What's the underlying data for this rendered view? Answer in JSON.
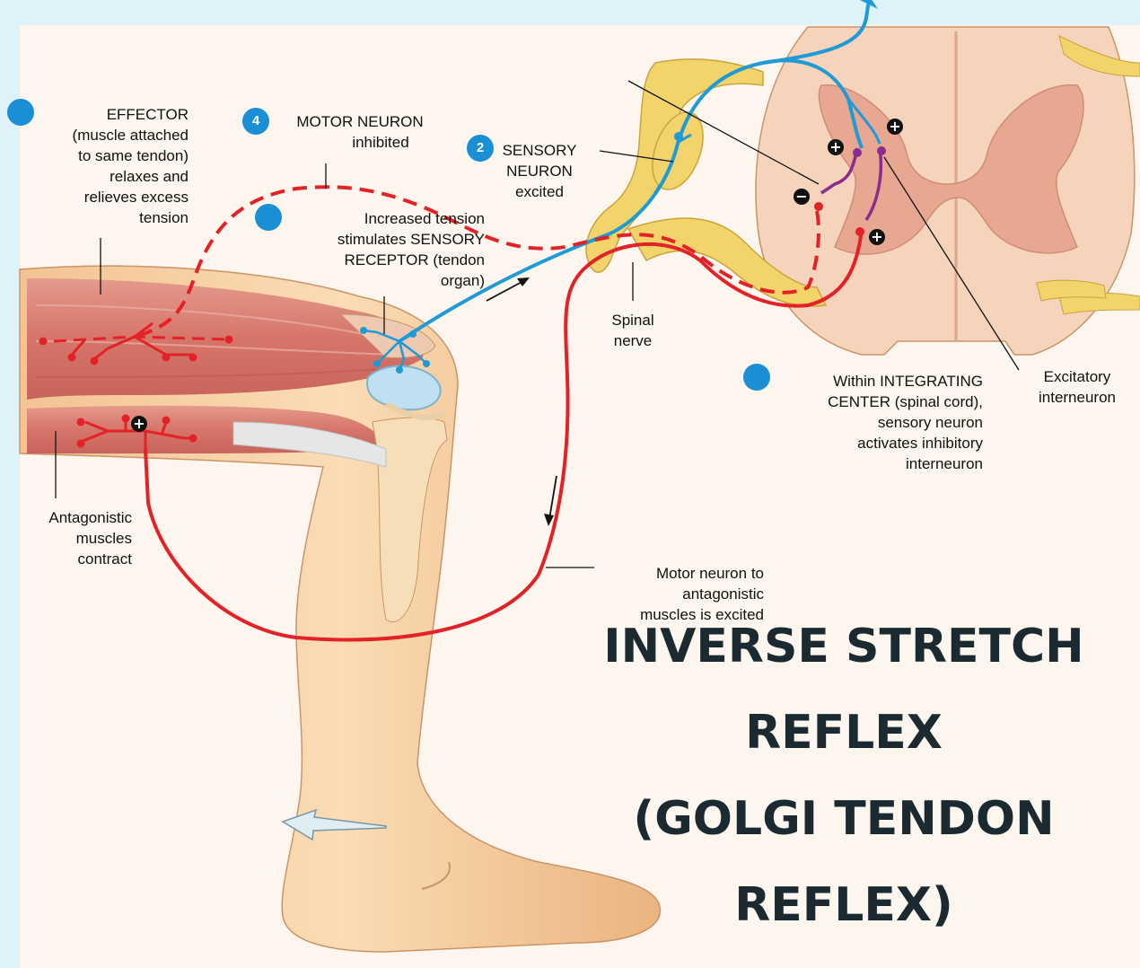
{
  "labels": {
    "effector": "EFFECTOR\n(muscle attached\nto same tendon)\nrelaxes and\nrelieves excess\ntension",
    "motor_neuron": "MOTOR NEURON",
    "motor_neuron_state": "inhibited",
    "sensory_neuron": "SENSORY\nNEURON\nexcited",
    "receptor": "Increased tension\nstimulates SENSORY\nRECEPTOR (tendon\norgan)",
    "spinal_nerve": "Spinal\nnerve",
    "integrating_center": "Within INTEGRATING\nCENTER (spinal cord),\nsensory neuron\nactivates inhibitory\ninterneuron",
    "excitatory_interneuron": "Excitatory\ninterneuron",
    "antagonistic_muscles": "Antagonistic\nmuscles\ncontract",
    "motor_neuron_antagonistic": "Motor neuron to\nantagonistic\nmuscles is excited"
  },
  "steps": {
    "two": "2",
    "four": "4"
  },
  "signs": {
    "plus": "+",
    "minus": "−"
  },
  "title_lines": [
    "INVERSE STRETCH",
    "REFLEX",
    "(GOLGI TENDON",
    "REFLEX)"
  ],
  "colors": {
    "sensory": "#1e9ad6",
    "motor": "#e32227",
    "interneuron": "#8b2c8f",
    "nerve": "#f3d46b",
    "muscle": "#d9796e",
    "skin": "#f7cc9a",
    "cord": "#f6d3bb",
    "grey_matter": "#e8a791",
    "bullet": "#1a8fd6",
    "background": "#dff2f9",
    "title": "#1b2a30"
  }
}
